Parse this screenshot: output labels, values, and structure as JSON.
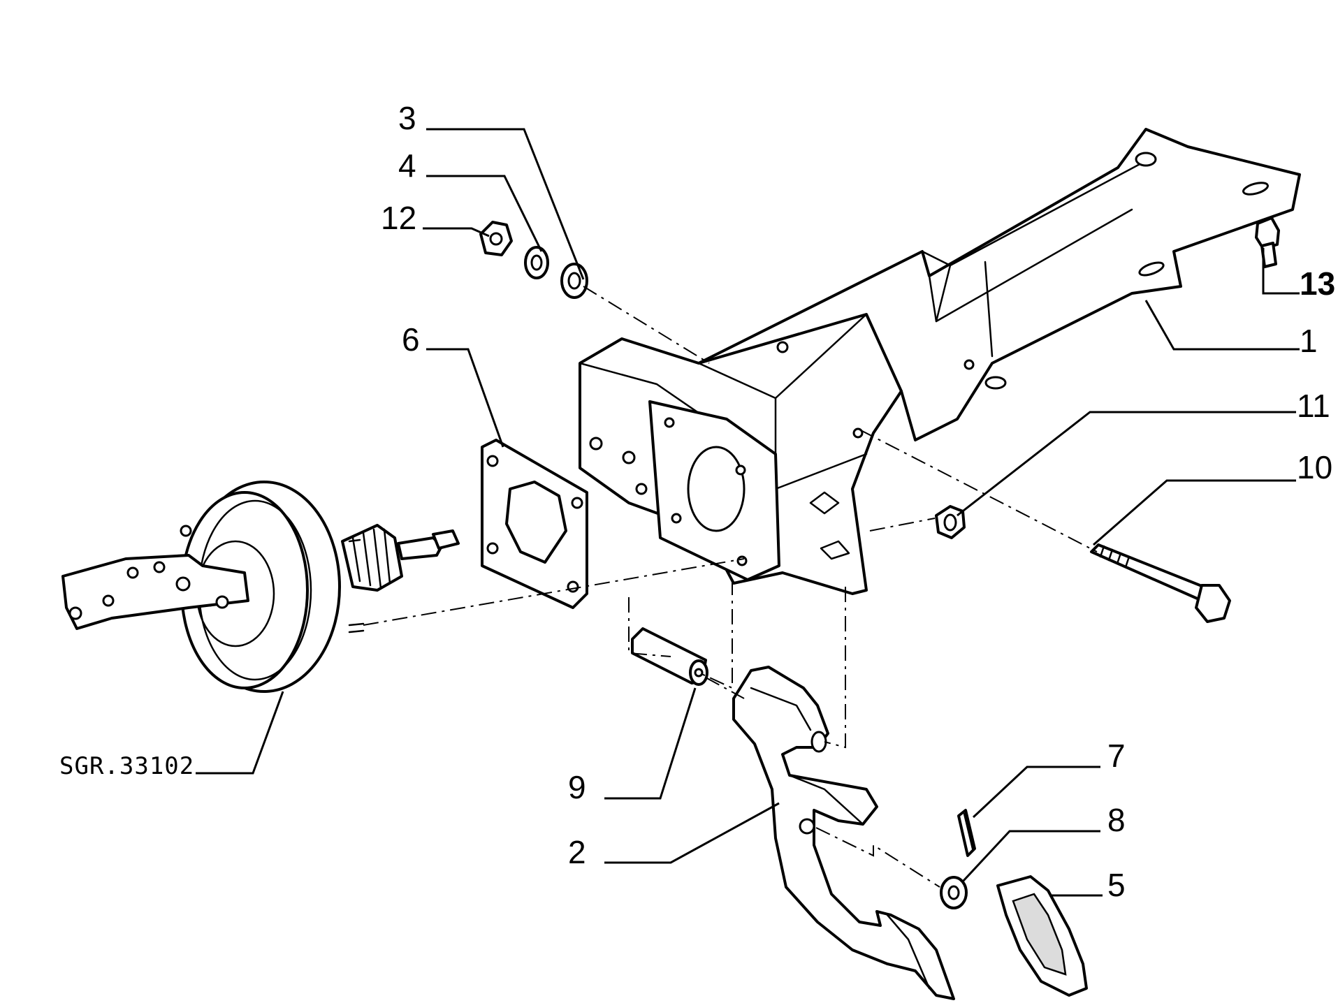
{
  "diagram": {
    "drawing_code": "SGR.33102",
    "callouts": [
      "1",
      "2",
      "3",
      "4",
      "5",
      "6",
      "7",
      "8",
      "9",
      "10",
      "11",
      "12",
      "13"
    ]
  }
}
